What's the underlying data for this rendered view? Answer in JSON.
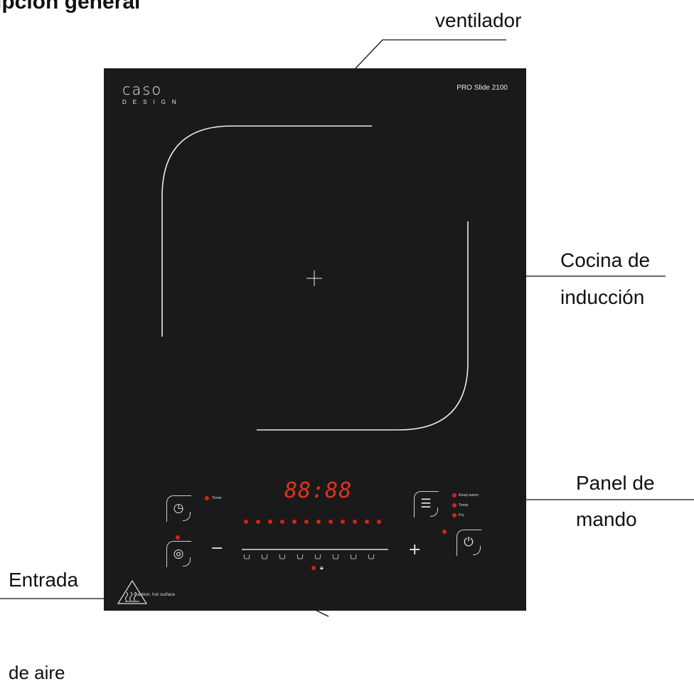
{
  "heading": "ipción general",
  "callouts": {
    "fan": "ventilador",
    "cooktop_line1": "Cocina de",
    "cooktop_line2": "inducción",
    "panel_line1": "Panel de",
    "panel_line2": "mando",
    "air_line1": "Entrada",
    "air_line2": "de aire"
  },
  "appliance": {
    "brand": "caso",
    "brand_sub": "DESIGN",
    "model": "PRO Slide 2100",
    "display": "88:88",
    "timer_label": "Timer",
    "modes": [
      "Keep warm",
      "Temp",
      "Fry"
    ],
    "caution": "Caution, hot surface",
    "minus": "−",
    "plus": "+",
    "level_dots": 12,
    "pot_icons": 8
  },
  "colors": {
    "hob": "#1b1a1a",
    "led": "#d4231d",
    "display": "#e03220"
  }
}
